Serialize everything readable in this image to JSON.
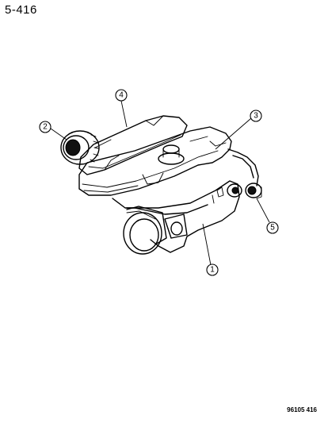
{
  "page_number": "5-416",
  "figure_code": "96105 416",
  "callouts": [
    {
      "id": "callout-1",
      "label": "1"
    },
    {
      "id": "callout-2",
      "label": "2"
    },
    {
      "id": "callout-3",
      "label": "3"
    },
    {
      "id": "callout-4",
      "label": "4"
    },
    {
      "id": "callout-5",
      "label": "5"
    }
  ]
}
